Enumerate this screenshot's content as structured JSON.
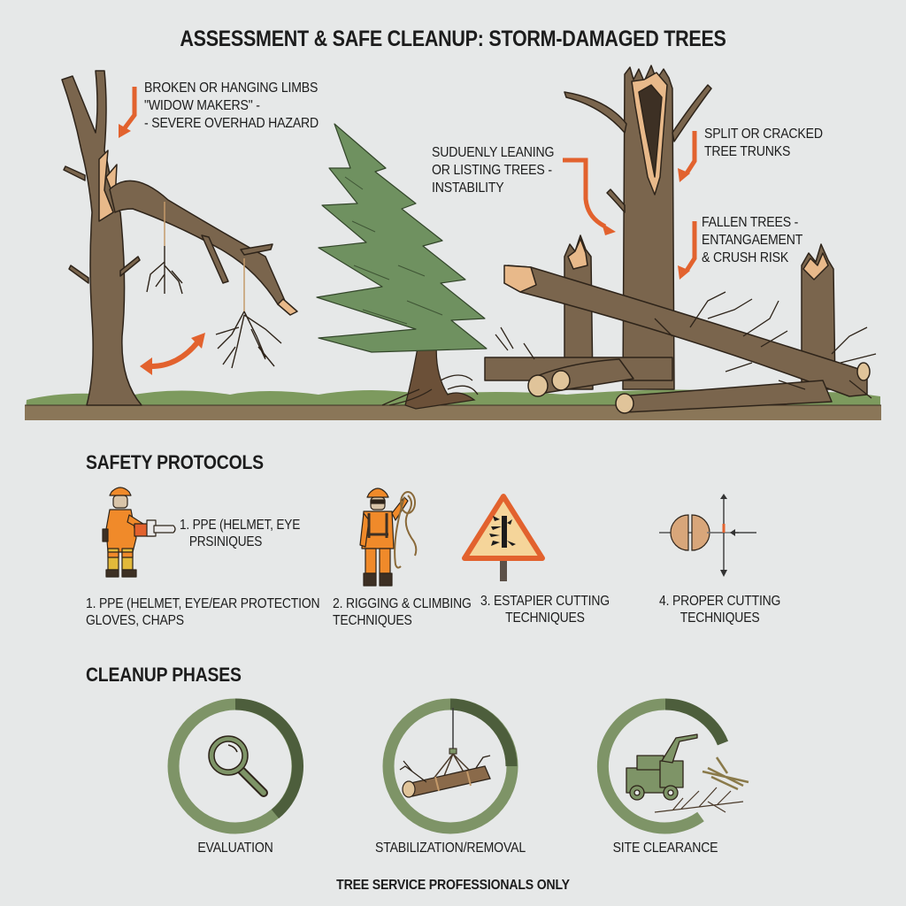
{
  "title": "ASSESSMENT & SAFE CLEANUP: STORM-DAMAGED TREES",
  "colors": {
    "background": "#e6e8e8",
    "arrow_orange": "#e2622e",
    "bark": "#6e5a44",
    "bark_dark": "#3d3024",
    "wood_split": "#e8b98a",
    "pine_green": "#6f9160",
    "ground": "#8a7658",
    "phase_ring_light": "#7e9467",
    "phase_ring_dark": "#4d5e3c",
    "ppe_orange": "#f08a2a",
    "hi_vis_yellow": "#e2b93a"
  },
  "hazard_illustration": {
    "annotations": [
      {
        "id": "widow-makers",
        "icon": "arrow-down-left-icon",
        "text": "BROKEN OR HANGING LIMBS\n\"WIDOW MAKERS\" -\n- SEVERE OVERHAD HAZARD"
      },
      {
        "id": "leaning-trees",
        "icon": "elbow-arrow-icon",
        "text": "SUDUENLY LEANING\nOR LISTING TREES -\nINSTABILITY"
      },
      {
        "id": "split-trunks",
        "icon": "arrow-down-left-icon",
        "text": "SPLIT OR CRACKED\nTREE TRUNKS"
      },
      {
        "id": "fallen-trees",
        "icon": "arrow-down-left-icon",
        "text": "FALLEN TREES -\nENTANGAEMENT\n& CRUSH RISK"
      }
    ],
    "elements": [
      "broken-limb-tree",
      "leaning-pine-tree",
      "split-trunk-tree",
      "fallen-log-pile",
      "swing-arrow-icon"
    ]
  },
  "safety_protocols": {
    "heading": "SAFETY PROTOCOLS",
    "inline_caption": "1. PPE (HELMET, EYE\n   PRSINIQUES",
    "items": [
      {
        "icon": "chainsaw-worker-icon",
        "label": "1. PPE (HELMET, EYE/EAR PROTECTION\nGLOVES, CHAPS"
      },
      {
        "icon": "climber-with-rope-icon",
        "label": "2. RIGGING & CLIMBING\nTECHNIQUES"
      },
      {
        "icon": "falling-tree-warning-sign-icon",
        "label": "3. ESTAPIER CUTTING\nTECHNIQUES"
      },
      {
        "icon": "cutting-diagram-icon",
        "label": "4. PROPER CUTTING\nTECHNIQUES"
      }
    ]
  },
  "cleanup_phases": {
    "heading": "CLEANUP PHASES",
    "phases": [
      {
        "icon": "magnifying-glass-icon",
        "label": "EVALUATION"
      },
      {
        "icon": "hoisted-log-icon",
        "label": "STABILIZATION/REMOVAL"
      },
      {
        "icon": "wood-chipper-icon",
        "label": "SITE CLEARANCE"
      }
    ]
  },
  "footer": "TREE SERVICE PROFESSIONALS ONLY"
}
